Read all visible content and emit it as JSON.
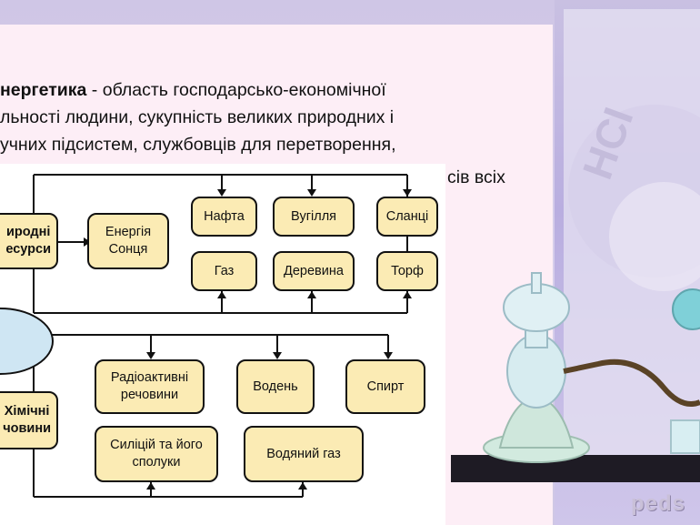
{
  "definition": {
    "term": "нергетика",
    "rest_line1": " - область господарсько-економічної",
    "line2": "льності людини, сукупність великих природних і",
    "line3": "учних підсистем, службовців для перетворення,",
    "line4_tail": "сів всіх"
  },
  "diagram": {
    "group1_label": "иродні\nесурси",
    "group2_label": "Хімічні\nчовини",
    "boxes_top": {
      "sun": "Енергія\nСонця",
      "oil": "Нафта",
      "coal": "Вугілля",
      "shale": "Сланці",
      "gas": "Газ",
      "wood": "Деревина",
      "peat": "Торф"
    },
    "boxes_bottom": {
      "radioactive": "Радіоактивні\nречовини",
      "hydrogen": "Водень",
      "alcohol": "Спирт",
      "silicon": "Силіцій та його\nсполуки",
      "water_gas": "Водяний газ"
    }
  },
  "watermark": "peds",
  "colors": {
    "box_fill": "#fbebb4",
    "box_border": "#111111",
    "slide_bg": "#fdeef6",
    "panel_bg": "#ffffff"
  }
}
